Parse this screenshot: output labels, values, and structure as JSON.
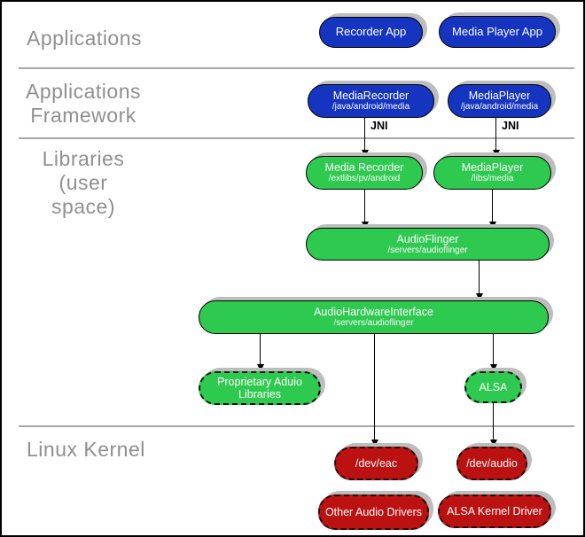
{
  "layers": [
    {
      "label": "Applications"
    },
    {
      "label": "Applications\nFramework"
    },
    {
      "label": "Libraries\n(user space)"
    },
    {
      "label": "Linux Kernel"
    }
  ],
  "nodes": {
    "recorder_app": {
      "title": "Recorder App"
    },
    "media_player_app": {
      "title": "Media Player App"
    },
    "media_recorder_framework": {
      "title": "MediaRecorder",
      "subtitle": "/java/android/media"
    },
    "media_player_framework": {
      "title": "MediaPlayer",
      "subtitle": "/java/android/media"
    },
    "media_recorder_lib": {
      "title": "Media Recorder",
      "subtitle": "/extlibs/pv/android"
    },
    "media_player_lib": {
      "title": "MediaPlayer",
      "subtitle": "/libs/media"
    },
    "audioflinger": {
      "title": "AudioFlinger",
      "subtitle": "/servers/audioflinger"
    },
    "audio_hardware_interface": {
      "title": "AudioHardwareInterface",
      "subtitle": "/servers/audioflinger"
    },
    "proprietary_audio_libraries": {
      "title": "Proprietary Aduio\nLibraries"
    },
    "alsa": {
      "title": "ALSA"
    },
    "dev_eac": {
      "title": "/dev/eac"
    },
    "dev_audio": {
      "title": "/dev/audio"
    },
    "other_audio_drivers": {
      "title": "Other Audio Drivers"
    },
    "alsa_kernel_driver": {
      "title": "ALSA Kernel Driver"
    }
  },
  "edge_labels": {
    "jni_left": "JNI",
    "jni_right": "JNI"
  },
  "edges": [
    {
      "from": "MediaRecorder (framework)",
      "to": "Media Recorder (lib)",
      "label": "JNI"
    },
    {
      "from": "MediaPlayer (framework)",
      "to": "MediaPlayer (lib)",
      "label": "JNI"
    },
    {
      "from": "Media Recorder (lib)",
      "to": "AudioFlinger"
    },
    {
      "from": "MediaPlayer (lib)",
      "to": "AudioFlinger"
    },
    {
      "from": "AudioFlinger",
      "to": "AudioHardwareInterface"
    },
    {
      "from": "AudioHardwareInterface",
      "to": "Proprietary Aduio Libraries"
    },
    {
      "from": "AudioHardwareInterface",
      "to": "ALSA"
    },
    {
      "from": "AudioHardwareInterface",
      "to": "/dev/eac"
    },
    {
      "from": "ALSA",
      "to": "/dev/audio"
    }
  ],
  "colors": {
    "node_blue": "#1534bf",
    "node_green": "#2ec94f",
    "node_red": "#bb1111",
    "node_text": "#ffffff",
    "node_shadow": "#bdbdbd",
    "divider_gray": "#a8a8a8",
    "layer_label_gray": "#8f8f8f",
    "edge_black": "#000000"
  }
}
